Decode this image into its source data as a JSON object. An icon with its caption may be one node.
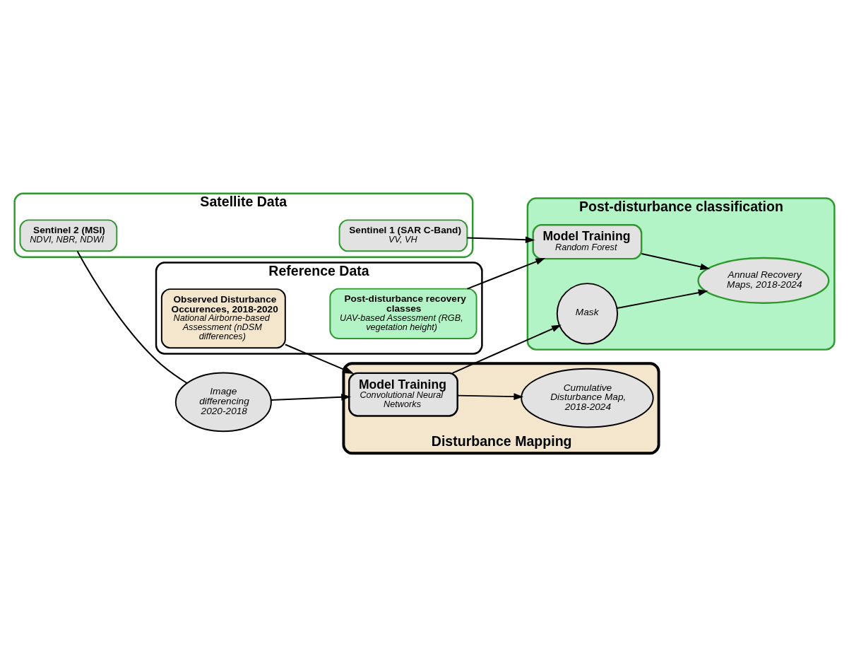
{
  "diagram": {
    "nodes": [
      {
        "text": [
          "Reference Data"
        ]
      },
      {
        "text": [
          "Observed Disturbance Occurences, 2018-2020",
          "National Airborne-based Assessment (nDSM differences)"
        ],
        "in": 0
      },
      {
        "text": [
          "Post-disturbance recovery classes",
          "UAV-based Assessment (RGB, vegetation height)"
        ],
        "in": 0
      },
      {
        "text": [
          "Satellite Data"
        ]
      },
      {
        "text": [
          "Sentinel 1 (SAR C-Band)",
          "VV, VH"
        ],
        "in": 3
      },
      {
        "text": [
          "Sentinel 2 (MSI)",
          "NDVI, NBR, NDWI"
        ],
        "in": 3
      },
      {
        "text": [
          "Image differencing 2020-2018"
        ]
      },
      {
        "text": [
          "Disturbance Mapping"
        ]
      },
      {
        "text": [
          "Model Training",
          "Convolutional Neural Networks"
        ],
        "in": 7
      },
      {
        "text": [
          "Cumulative Disturbance Map, 2018-2024"
        ],
        "in": 7
      },
      {
        "text": [
          "Post-disturbance classification"
        ]
      },
      {
        "text": [
          "Model Training",
          "Random Forest"
        ],
        "in": 10
      },
      {
        "text": [
          "Mask"
        ],
        "in": 10
      },
      {
        "text": [
          "Annual Recovery Maps, 2018-2024"
        ],
        "in": 10
      }
    ],
    "edges": [
      {
        "from": 1,
        "to": 8,
        "arrow": "to"
      },
      {
        "from": 5,
        "to": 6,
        "arrow": "none"
      },
      {
        "from": 6,
        "to": 8,
        "arrow": "to"
      },
      {
        "from": 2,
        "to": 11,
        "arrow": "to"
      },
      {
        "from": 4,
        "to": 11,
        "arrow": "to"
      },
      {
        "from": 8,
        "to": 9,
        "arrow": "to"
      },
      {
        "from": 8,
        "to": 12,
        "arrow": "to"
      },
      {
        "from": 11,
        "to": 13,
        "arrow": "to"
      },
      {
        "from": 12,
        "to": 13,
        "arrow": "to"
      }
    ]
  }
}
